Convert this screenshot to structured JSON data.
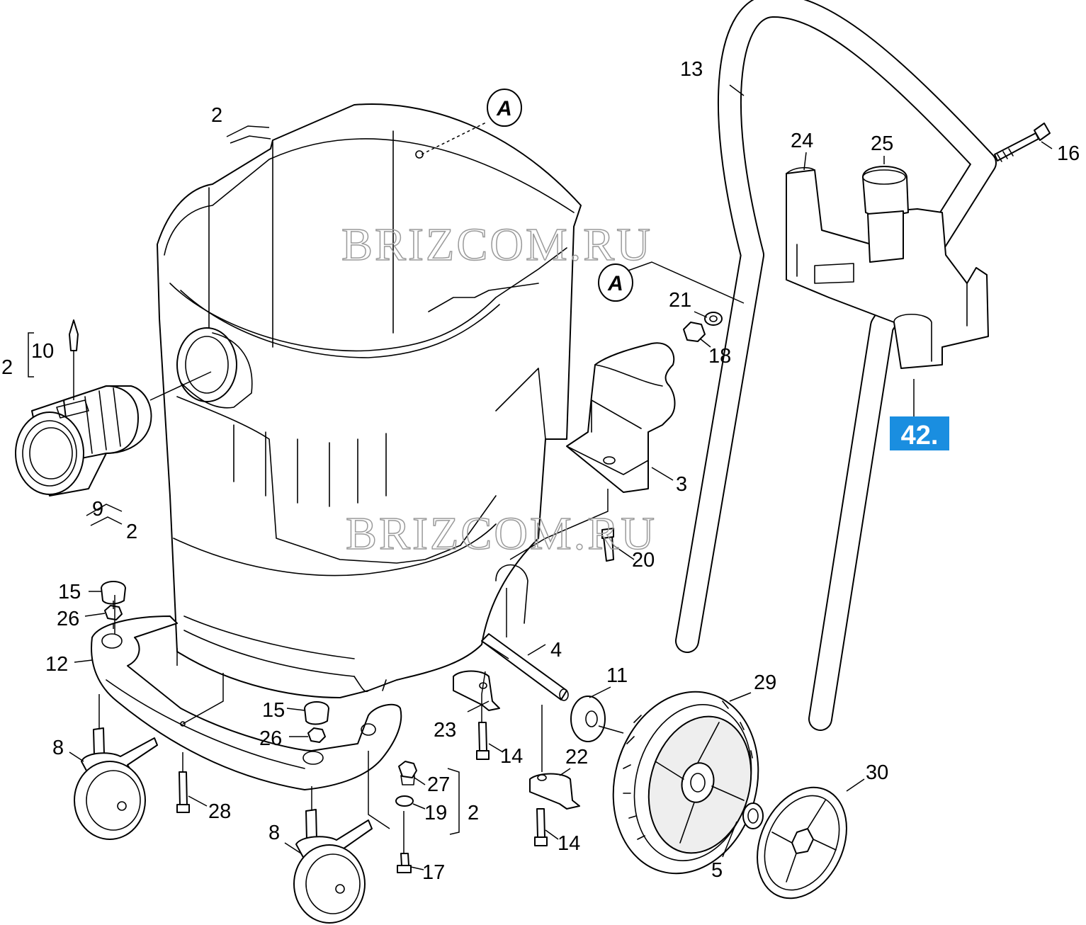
{
  "watermark": "BRIZCOM.RU",
  "reference_marker": "A",
  "page_badge": {
    "label": "42.",
    "color": "#1a8ee0"
  },
  "part_numbers": {
    "p2a": "2",
    "p2b": "2",
    "p2c": "2",
    "p2d": "2",
    "p3": "3",
    "p4": "4",
    "p5": "5",
    "p8a": "8",
    "p8b": "8",
    "p9": "9",
    "p10": "10",
    "p11": "11",
    "p12": "12",
    "p13": "13",
    "p14a": "14",
    "p14b": "14",
    "p15a": "15",
    "p15b": "15",
    "p16": "16",
    "p17": "17",
    "p18": "18",
    "p19": "19",
    "p20": "20",
    "p21": "21",
    "p22": "22",
    "p23": "23",
    "p24": "24",
    "p25": "25",
    "p26a": "26",
    "p26b": "26",
    "p27": "27",
    "p28": "28",
    "p29": "29",
    "p30": "30"
  }
}
